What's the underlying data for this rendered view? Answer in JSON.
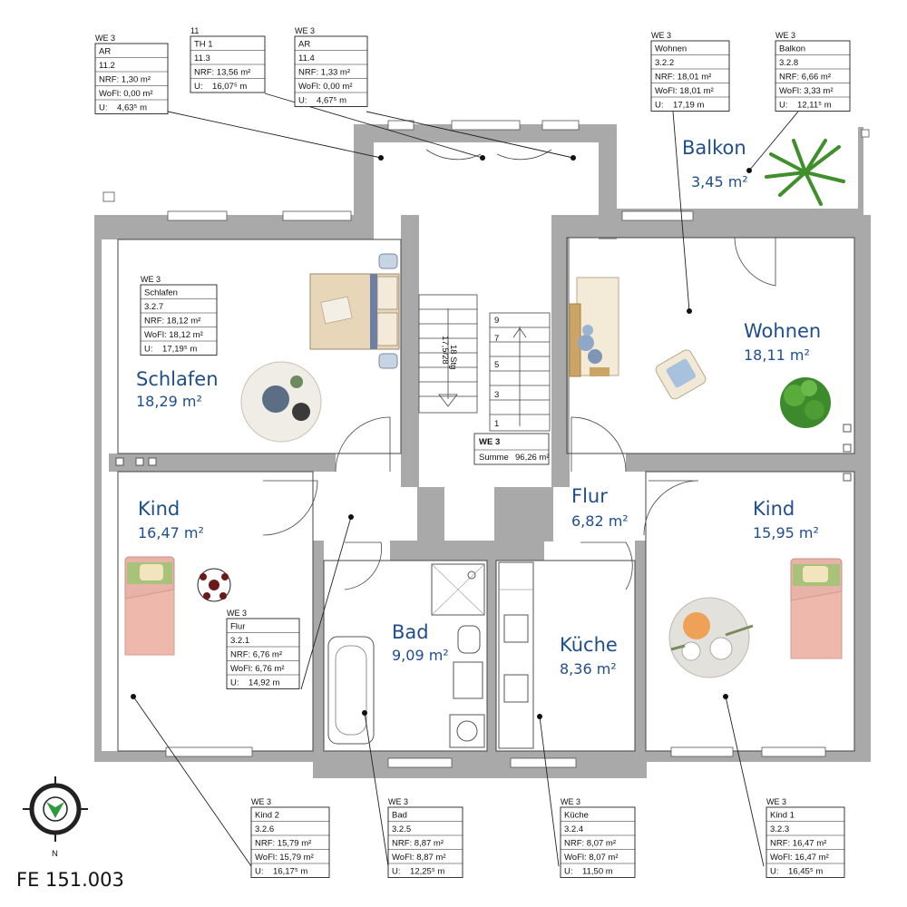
{
  "plan_code": "FE 151.003",
  "north_label": "N",
  "summary_box": {
    "unit": "WE 3",
    "label": "Summe",
    "value": "96,26 m²"
  },
  "stair_text": [
    "18 Stg",
    "17,5/28"
  ],
  "stair_steps": [
    "1",
    "3",
    "5",
    "7",
    "9"
  ],
  "rooms": {
    "schlafen": {
      "name": "Schlafen",
      "area": "18,29 m²"
    },
    "wohnen": {
      "name": "Wohnen",
      "area": "18,11 m²"
    },
    "balkon": {
      "name": "Balkon",
      "area": "3,45 m²"
    },
    "kind_left": {
      "name": "Kind",
      "area": "16,47 m²"
    },
    "kind_right": {
      "name": "Kind",
      "area": "15,95 m²"
    },
    "flur": {
      "name": "Flur",
      "area": "6,82 m²"
    },
    "bad": {
      "name": "Bad",
      "area": "9,09 m²"
    },
    "kueche": {
      "name": "Küche",
      "area": "8,36 m²"
    }
  },
  "labels": {
    "ar_112": {
      "head": "WE 3",
      "rows": [
        "AR",
        "11.2",
        "NRF: 1,30 m²",
        "WoFl: 0,00 m²",
        "U:    4,63⁵ m"
      ]
    },
    "th1": {
      "head": "11",
      "rows": [
        "TH 1",
        "11.3",
        "NRF: 13,56 m²",
        "U:    16,07⁵ m"
      ]
    },
    "ar_114": {
      "head": "WE 3",
      "rows": [
        "AR",
        "11.4",
        "NRF: 1,33 m²",
        "WoFl: 0,00 m²",
        "U:    4,67⁵ m"
      ]
    },
    "wohnen": {
      "head": "WE 3",
      "rows": [
        "Wohnen",
        "3.2.2",
        "NRF: 18,01 m²",
        "WoFl: 18,01 m²",
        "U:    17,19 m"
      ]
    },
    "balkon": {
      "head": "WE 3",
      "rows": [
        "Balkon",
        "3.2.8",
        "NRF: 6,66 m²",
        "WoFl: 3,33 m²",
        "U:    12,11⁵ m"
      ]
    },
    "schlafen": {
      "head": "WE 3",
      "rows": [
        "Schlafen",
        "3.2.7",
        "NRF: 18,12 m²",
        "WoFl: 18,12 m²",
        "U:    17,19⁵ m"
      ]
    },
    "flur": {
      "head": "WE 3",
      "rows": [
        "Flur",
        "3.2.1",
        "NRF: 6,76 m²",
        "WoFl: 6,76 m²",
        "U:    14,92 m"
      ]
    },
    "kind2": {
      "head": "WE 3",
      "rows": [
        "Kind 2",
        "3.2.6",
        "NRF: 15,79 m²",
        "WoFl: 15,79 m²",
        "U:    16,17⁵ m"
      ]
    },
    "bad": {
      "head": "WE 3",
      "rows": [
        "Bad",
        "3.2.5",
        "NRF: 8,87 m²",
        "WoFl: 8,87 m²",
        "U:    12,25⁵ m"
      ]
    },
    "kueche": {
      "head": "WE 3",
      "rows": [
        "Küche",
        "3.2.4",
        "NRF: 8,07 m²",
        "WoFl: 8,07 m²",
        "U:    11,50 m"
      ]
    },
    "kind1": {
      "head": "WE 3",
      "rows": [
        "Kind 1",
        "3.2.3",
        "NRF: 16,47 m²",
        "WoFl: 16,47 m²",
        "U:    16,45⁵ m"
      ]
    }
  },
  "colors": {
    "room_text": "#1f4e8c",
    "walls": "#a9a9a9",
    "compass_green": "#2e9a3a"
  }
}
